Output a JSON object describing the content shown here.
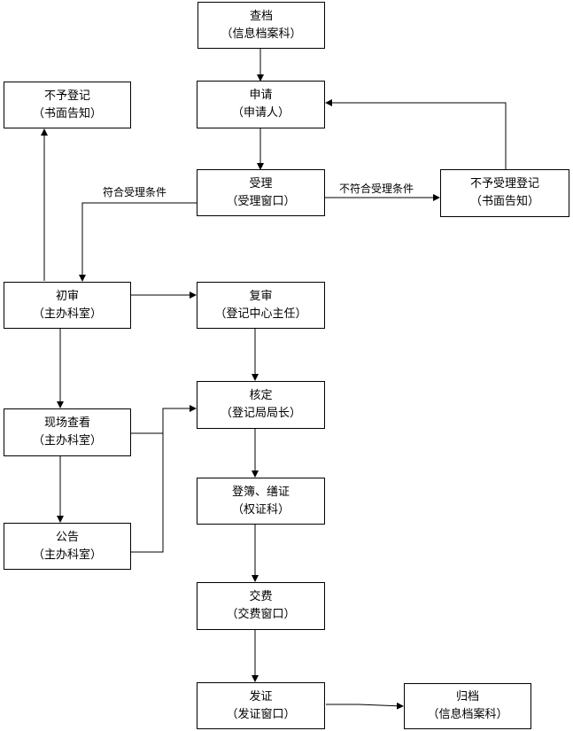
{
  "nodes": {
    "check_archive": {
      "title": "查档",
      "sub": "（信息档案科）"
    },
    "apply": {
      "title": "申请",
      "sub": "（申请人）"
    },
    "no_register": {
      "title": "不予登记",
      "sub": "（书面告知）"
    },
    "accept": {
      "title": "受理",
      "sub": "（受理窗口）"
    },
    "no_accept": {
      "title": "不予受理登记",
      "sub": "（书面告知）"
    },
    "first_review": {
      "title": "初审",
      "sub": "（主办科室）"
    },
    "second_review": {
      "title": "复审",
      "sub": "（登记中心主任）"
    },
    "onsite": {
      "title": "现场查看",
      "sub": "（主办科室）"
    },
    "verify": {
      "title": "核定",
      "sub": "（登记局局长）"
    },
    "register_cert": {
      "title": "登簿、缮证",
      "sub": "（权证科）"
    },
    "announce": {
      "title": "公告",
      "sub": "（主办科室）"
    },
    "pay": {
      "title": "交费",
      "sub": "（交费窗口）"
    },
    "issue": {
      "title": "发证",
      "sub": "（发证窗口）"
    },
    "archive": {
      "title": "归档",
      "sub": "（信息档案科）"
    }
  },
  "edge_labels": {
    "meets_conditions": "符合受理条件",
    "not_meet_conditions": "不符合受理条件"
  }
}
